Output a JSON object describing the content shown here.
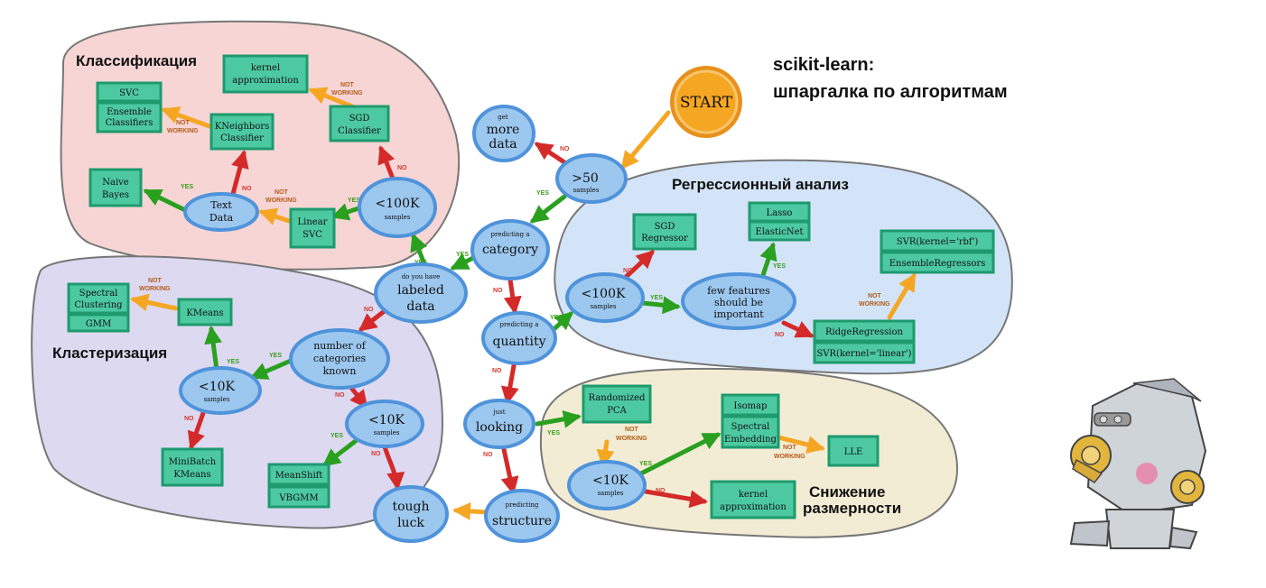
{
  "title": {
    "line1": "scikit-learn:",
    "line2": "шпаргалка по алгоритмам"
  },
  "regions": {
    "classification": "Классификация",
    "clustering": "Кластеризация",
    "regression": "Регрессионный анализ",
    "dimensionality": "Снижение размерности"
  },
  "start": "START",
  "decisions": {
    "samples50": {
      "small": "",
      "big": ">50",
      "sub": "samples"
    },
    "more_data": {
      "small": "get",
      "big": "more data"
    },
    "category": {
      "small": "predicting a",
      "big": "category"
    },
    "labeled": {
      "small": "do you have",
      "big": "labeled data"
    },
    "samples100k_cls": {
      "big": "<100K",
      "sub": "samples"
    },
    "text_data": {
      "big": "Text Data"
    },
    "quantity": {
      "small": "predicting a",
      "big": "quantity"
    },
    "samples100k_reg": {
      "big": "<100K",
      "sub": "samples"
    },
    "few_features": {
      "big": "few features should be important"
    },
    "num_categories": {
      "big": "number of categories known"
    },
    "samples10k_c1": {
      "big": "<10K",
      "sub": "samples"
    },
    "samples10k_c2": {
      "big": "<10K",
      "sub": "samples"
    },
    "looking": {
      "small": "just",
      "big": "looking"
    },
    "structure": {
      "small": "predicting",
      "big": "structure"
    },
    "tough_luck": {
      "big": "tough luck"
    },
    "samples10k_dim": {
      "big": "<10K",
      "sub": "samples"
    }
  },
  "estimators": {
    "kernel_approx_cls": [
      "kernel",
      "approximation"
    ],
    "svc": [
      "SVC"
    ],
    "ensemble_cls": [
      "Ensemble",
      "Classifiers"
    ],
    "kneighbors": [
      "KNeighbors",
      "Classifier"
    ],
    "sgd_cls": [
      "SGD",
      "Classifier"
    ],
    "naive_bayes": [
      "Naive",
      "Bayes"
    ],
    "linear_svc": [
      "Linear",
      "SVC"
    ],
    "spectral_clustering": [
      "Spectral",
      "Clustering"
    ],
    "gmm": [
      "GMM"
    ],
    "kmeans": [
      "KMeans"
    ],
    "minibatch_kmeans": [
      "MiniBatch",
      "KMeans"
    ],
    "meanshift": [
      "MeanShift"
    ],
    "vbgmm": [
      "VBGMM"
    ],
    "sgd_reg": [
      "SGD",
      "Regressor"
    ],
    "lasso": [
      "Lasso"
    ],
    "elasticnet": [
      "ElasticNet"
    ],
    "svr_rbf": [
      "SVR(kernel='rbf')"
    ],
    "ensemble_reg": [
      "EnsembleRegressors"
    ],
    "ridge": [
      "RidgeRegression"
    ],
    "svr_linear": [
      "SVR(kernel='linear')"
    ],
    "randomized_pca": [
      "Randomized",
      "PCA"
    ],
    "isomap": [
      "Isomap"
    ],
    "spectral_embedding": [
      "Spectral",
      "Embedding"
    ],
    "lle": [
      "LLE"
    ],
    "kernel_approx_dim": [
      "kernel",
      "approximation"
    ]
  },
  "edge_labels": {
    "yes": "YES",
    "no": "NO",
    "not_working_1": "NOT",
    "not_working_2": "WORKING"
  },
  "colors": {
    "classification_bg": "#f7d5d5",
    "clustering_bg": "#ddd9f0",
    "regression_bg": "#d4e4f8",
    "dimensionality_bg": "#f3ecd4",
    "node_fill": "#9cc7ee",
    "node_stroke": "#4f93db",
    "box_fill": "#4cc9a0",
    "box_stroke": "#1e9a6e",
    "start_fill": "#f5a623",
    "yes": "#2aa01f",
    "no": "#d42a2a",
    "not_working": "#f5a623"
  },
  "icons": [
    "robot-mascot-icon"
  ]
}
